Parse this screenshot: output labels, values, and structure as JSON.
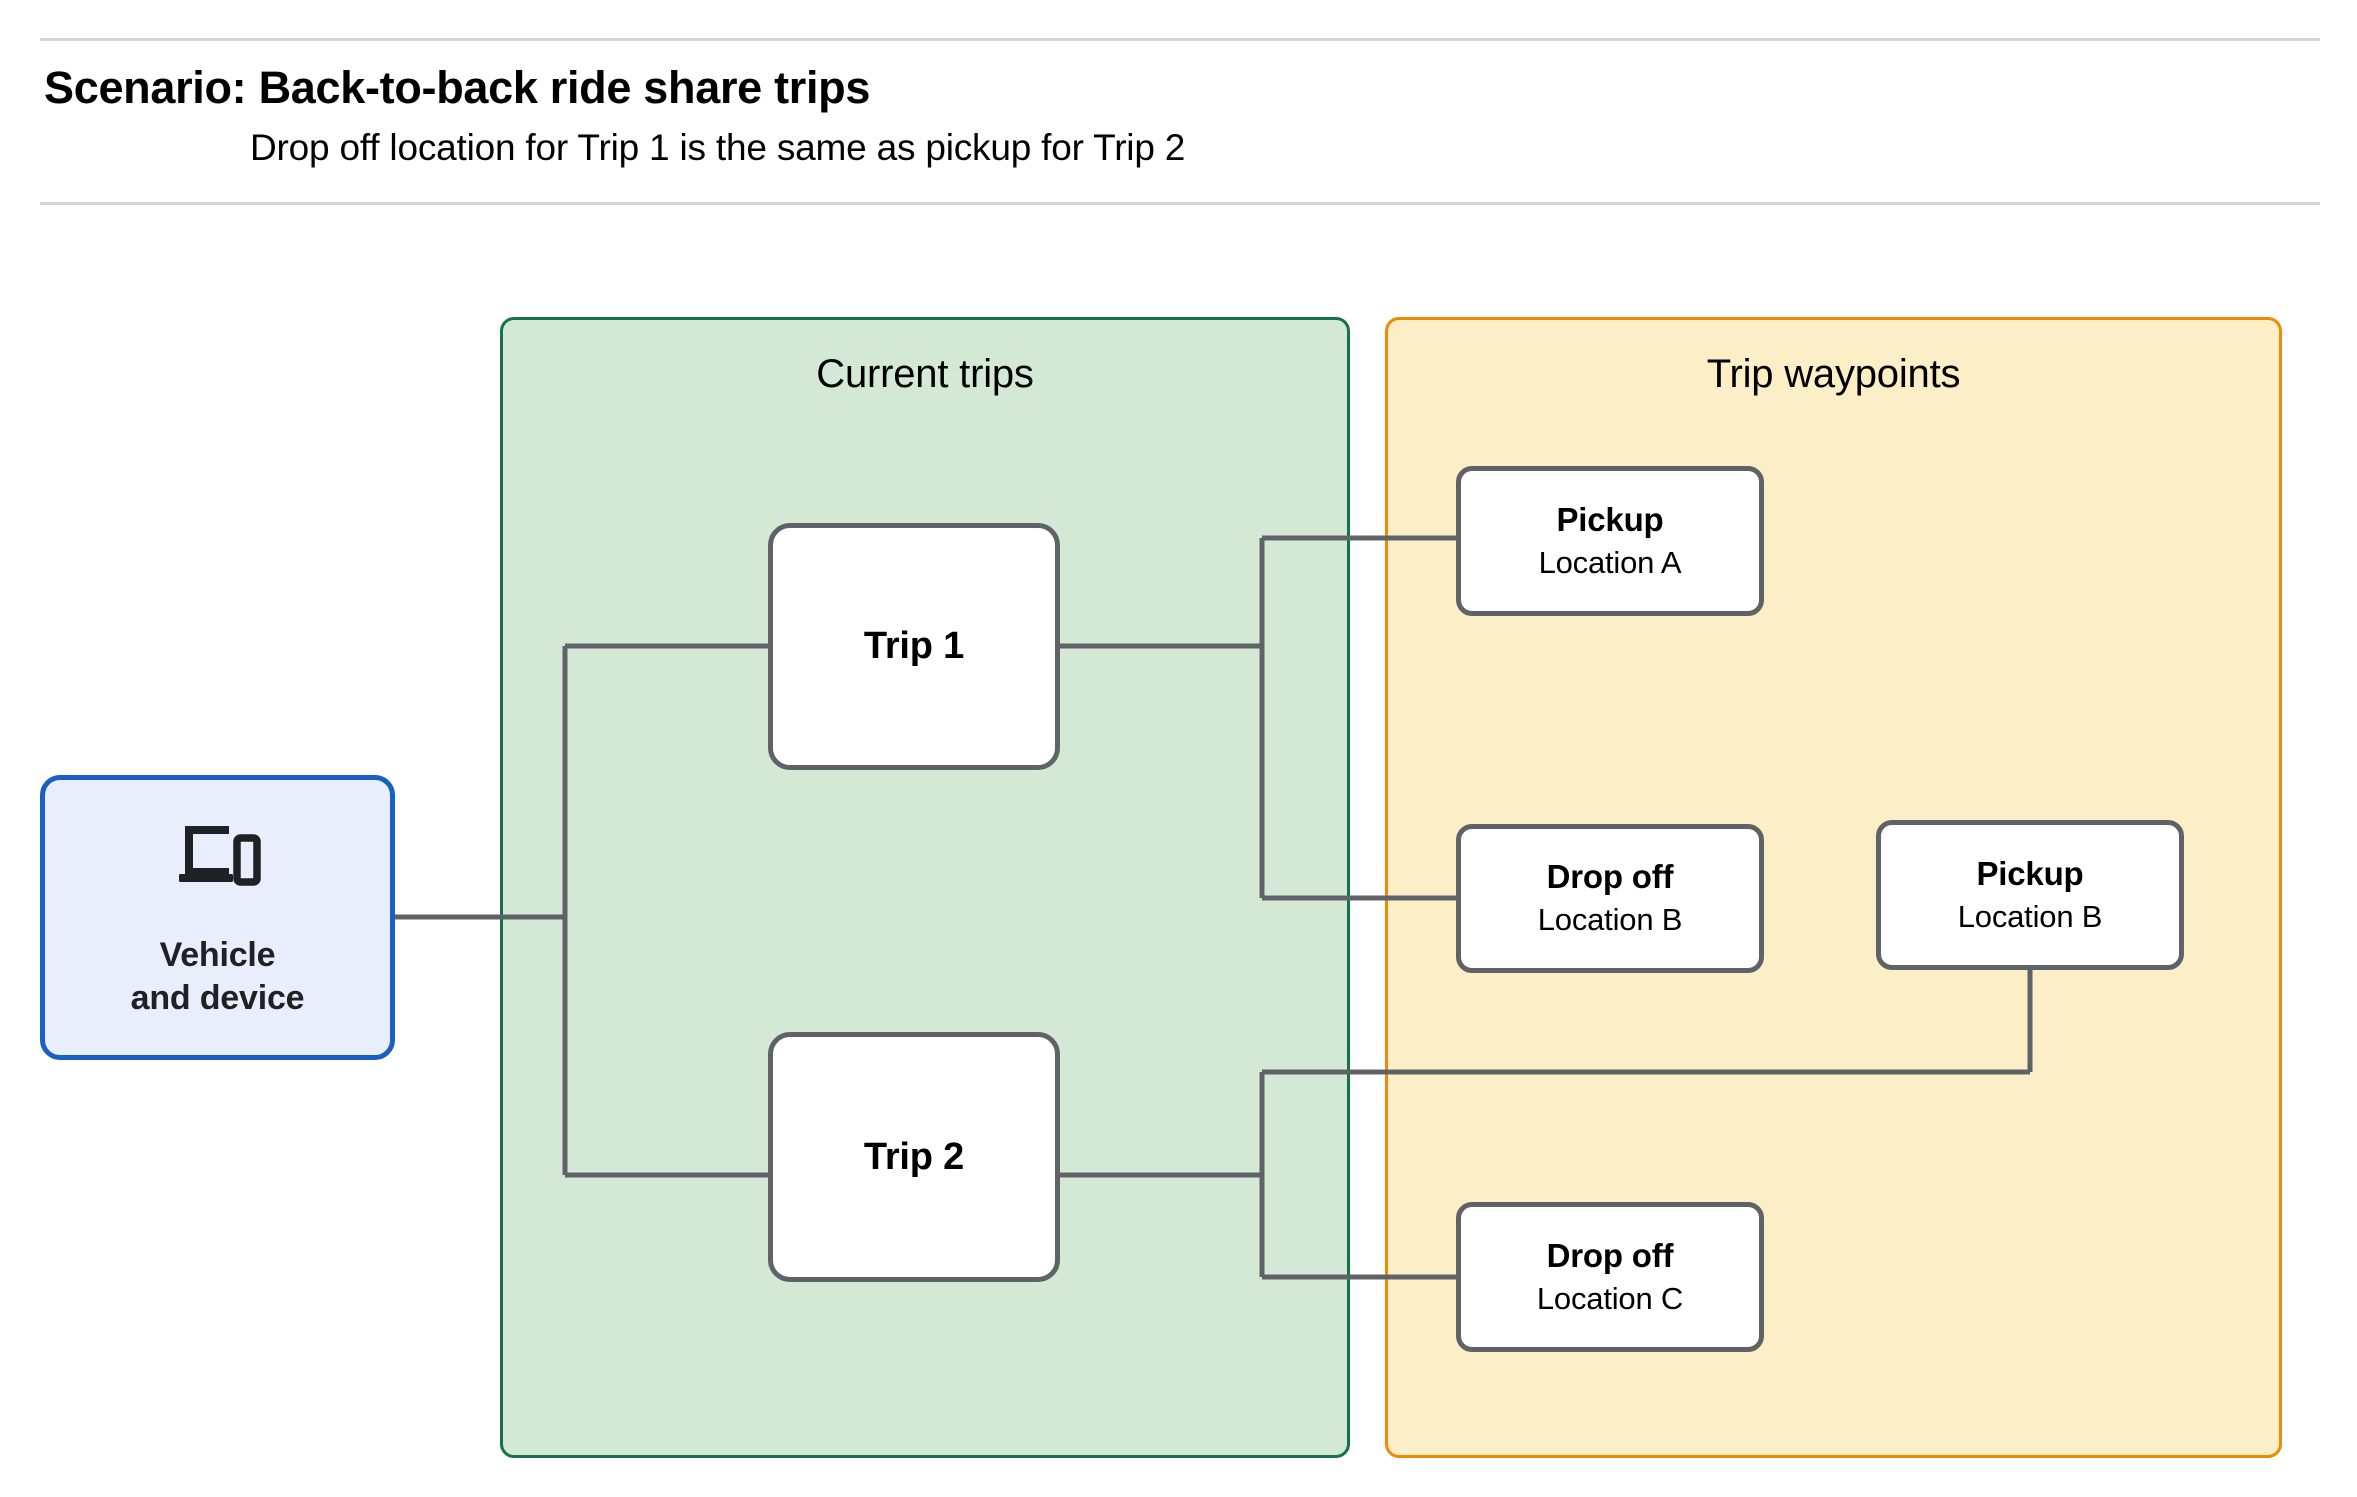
{
  "header": {
    "title": "Scenario: Back-to-back ride share trips",
    "subtitle": "Drop off  location for Trip 1 is the same as pickup for Trip 2"
  },
  "panels": {
    "current_trips": {
      "title": "Current trips",
      "fill": "#d4e9d5",
      "border": "#157347"
    },
    "trip_waypoints": {
      "title": "Trip waypoints",
      "fill": "#fceec6",
      "border": "#f08a04"
    }
  },
  "vehicle": {
    "label": "Vehicle\nand device",
    "icon": "devices-icon",
    "fill": "#e8eefb",
    "border": "#1a5fc4"
  },
  "trips": [
    {
      "label": "Trip 1"
    },
    {
      "label": "Trip 2"
    }
  ],
  "waypoints": [
    {
      "type": "Pickup",
      "location": "Location A"
    },
    {
      "type": "Drop off",
      "location": "Location B"
    },
    {
      "type": "Pickup",
      "location": "Location B"
    },
    {
      "type": "Drop off",
      "location": "Location C"
    }
  ],
  "connector_color": "#5f6368"
}
